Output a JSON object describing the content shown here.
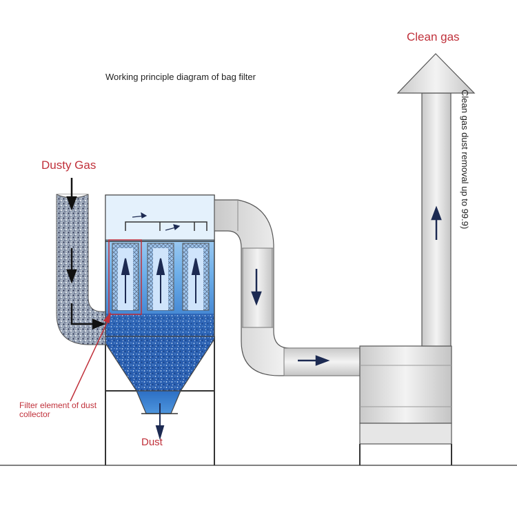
{
  "title": "Working principle diagram of bag filter",
  "labels": {
    "dusty_gas": "Dusty Gas",
    "clean_gas": "Clean gas",
    "filter_element": "Filter element of dust collector",
    "dust": "Dust",
    "removal_rate": "Clean gas dust removal up to 99.9)"
  },
  "colors": {
    "label_red": "#c0303a",
    "arrow_navy": "#1c2a52",
    "water_blue": "#3f86d6",
    "duct_grey": "#dcdcdc"
  }
}
